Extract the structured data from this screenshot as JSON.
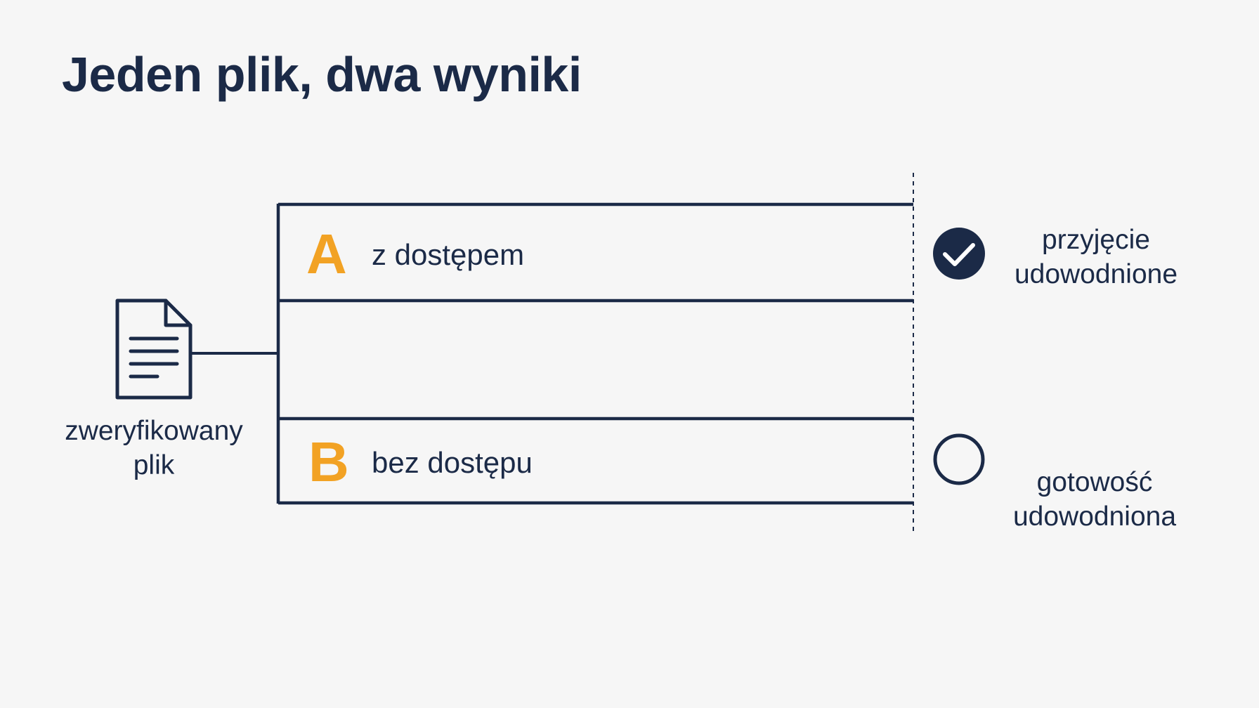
{
  "title": "Jeden plik, dwa wyniki",
  "file": {
    "icon": "document-icon",
    "label_line1": "zweryfikowany",
    "label_line2": "plik"
  },
  "rows": [
    {
      "letter": "A",
      "label": "z dostępem"
    },
    {
      "letter": "B",
      "label": "bez dostępu"
    }
  ],
  "outcomes": [
    {
      "icon": "check-circle-icon",
      "line1": "przyjęcie",
      "line2": "udowodnione",
      "status": "filled"
    },
    {
      "icon": "empty-circle-icon",
      "line1": "gotowość",
      "line2": "udowodniona",
      "status": "empty"
    }
  ],
  "colors": {
    "primary": "#1b2a47",
    "accent": "#f2a224",
    "background": "#f6f6f6"
  }
}
